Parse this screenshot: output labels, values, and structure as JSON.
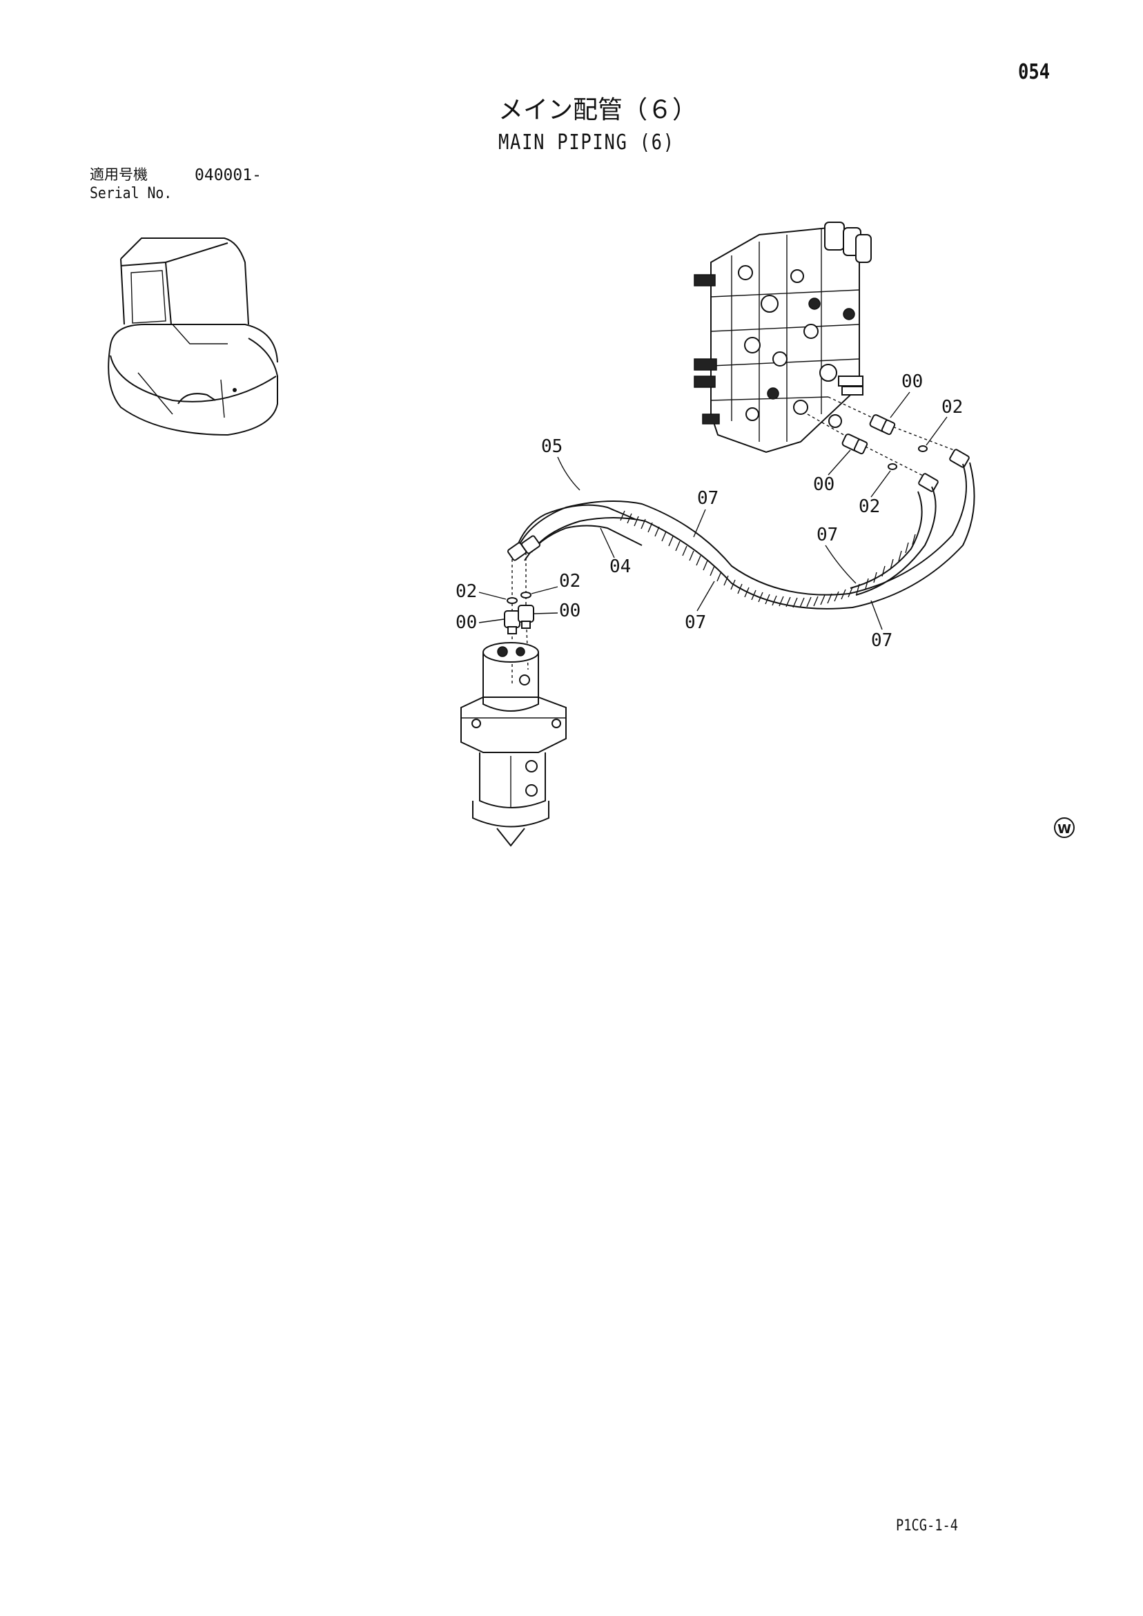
{
  "header": {
    "page_number": "054",
    "title_jp": "メイン配管（６）",
    "title_en": "MAIN PIPING (6)"
  },
  "serial": {
    "label_jp": "適用号機",
    "value": "040001-",
    "label_en": "Serial No."
  },
  "callouts": {
    "c00_valve_upper": "00",
    "c02_valve_upper": "02",
    "c00_valve_lower": "00",
    "c02_valve_lower": "02",
    "c05": "05",
    "c04": "04",
    "c07_top": "07",
    "c07_right": "07",
    "c07_bottom_left": "07",
    "c07_bottom_right": "07",
    "c02_left": "02",
    "c02_right": "02",
    "c00_left": "00",
    "c00_right": "00"
  },
  "mark": "W",
  "footer": {
    "code": "P1CG-1-4"
  }
}
